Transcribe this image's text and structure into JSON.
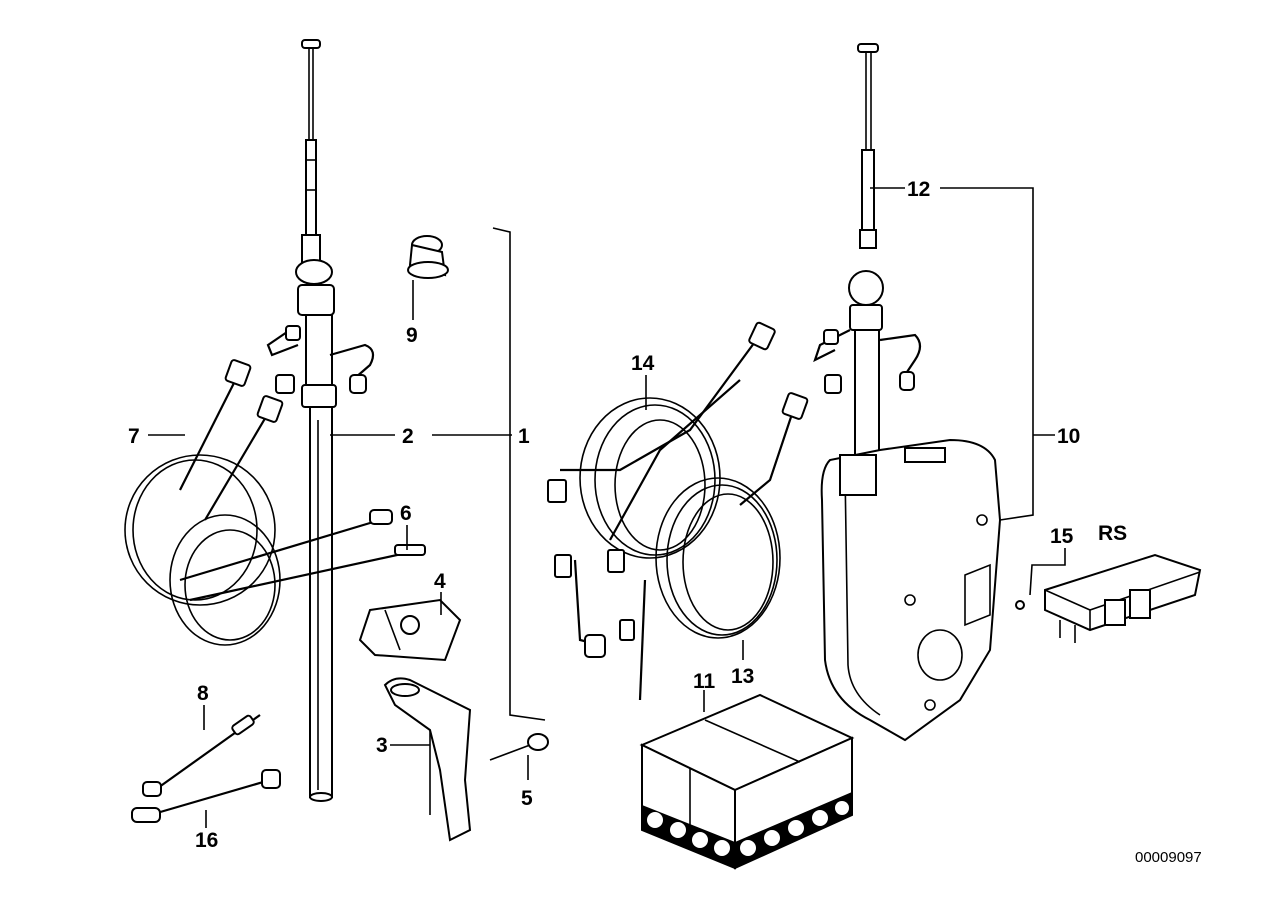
{
  "callouts": {
    "c1": "1",
    "c2": "2",
    "c3": "3",
    "c4": "4",
    "c5": "5",
    "c6": "6",
    "c7": "7",
    "c8": "8",
    "c9": "9",
    "c10": "10",
    "c11": "11",
    "c12": "12",
    "c13": "13",
    "c14": "14",
    "c15": "15",
    "c16": "16",
    "rs": "RS"
  },
  "diagram_code": "00009097"
}
